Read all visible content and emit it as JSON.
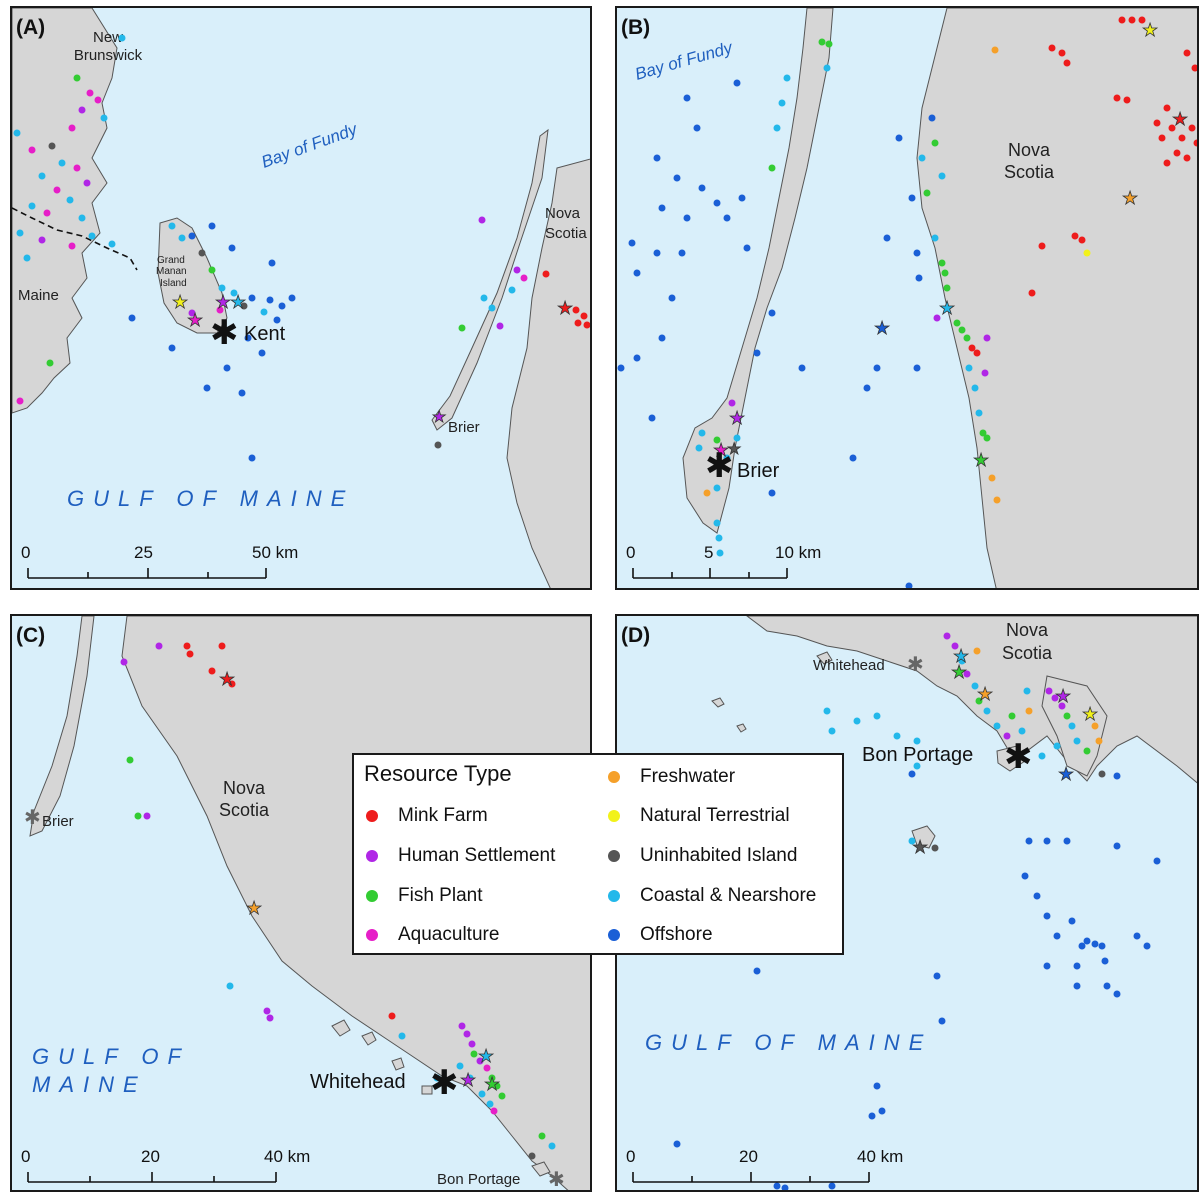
{
  "colors": {
    "mink_farm": "#ee1c1c",
    "human_settlement": "#b026e6",
    "fish_plant": "#33cc33",
    "aquaculture": "#e61ec8",
    "freshwater": "#f5a02a",
    "natural_terrestrial": "#f2f21a",
    "uninhabited_island": "#555555",
    "coastal_nearshore": "#23b8ea",
    "offshore": "#1a5fd6",
    "water": "#d9effa",
    "land": "#d6d6d6"
  },
  "panels": {
    "a": {
      "label": "(A)",
      "places": {
        "new_brunswick_1": "New",
        "new_brunswick_2": "Brunswick",
        "maine": "Maine",
        "grand_manan_1": "Grand",
        "grand_manan_2": "Manan",
        "grand_manan_3": "Island",
        "nova_scotia_1": "Nova",
        "nova_scotia_2": "Scotia"
      },
      "water": {
        "bay": "Bay of Fundy",
        "gulf": "GULF OF MAINE"
      },
      "sites": {
        "kent": "Kent",
        "brier": "Brier"
      },
      "scale": {
        "t0": "0",
        "t1": "25",
        "t2": "50 km"
      }
    },
    "b": {
      "label": "(B)",
      "places": {
        "nova_scotia_1": "Nova",
        "nova_scotia_2": "Scotia"
      },
      "water": {
        "bay": "Bay of Fundy"
      },
      "sites": {
        "brier": "Brier"
      },
      "scale": {
        "t0": "0",
        "t1": "5",
        "t2": "10 km"
      }
    },
    "c": {
      "label": "(C)",
      "places": {
        "nova_scotia_1": "Nova",
        "nova_scotia_2": "Scotia"
      },
      "water": {
        "gulf_1": "GULF OF",
        "gulf_2": "MAINE"
      },
      "sites": {
        "brier": "Brier",
        "whitehead": "Whitehead",
        "bon_portage": "Bon Portage"
      },
      "scale": {
        "t0": "0",
        "t1": "20",
        "t2": "40 km"
      }
    },
    "d": {
      "label": "(D)",
      "places": {
        "nova_scotia_1": "Nova",
        "nova_scotia_2": "Scotia"
      },
      "water": {
        "gulf": "GULF OF MAINE"
      },
      "sites": {
        "whitehead": "Whitehead",
        "bon_portage": "Bon Portage"
      },
      "scale": {
        "t0": "0",
        "t1": "20",
        "t2": "40 km"
      }
    }
  },
  "legend": {
    "title": "Resource Type",
    "items": [
      {
        "label": "Mink Farm",
        "color": "#ee1c1c"
      },
      {
        "label": "Human Settlement",
        "color": "#b026e6"
      },
      {
        "label": "Fish Plant",
        "color": "#33cc33"
      },
      {
        "label": "Aquaculture",
        "color": "#e61ec8"
      },
      {
        "label": "Freshwater",
        "color": "#f5a02a"
      },
      {
        "label": "Natural Terrestrial",
        "color": "#f2f21a"
      },
      {
        "label": "Uninhabited Island",
        "color": "#555555"
      },
      {
        "label": "Coastal & Nearshore",
        "color": "#23b8ea"
      },
      {
        "label": "Offshore",
        "color": "#1a5fd6"
      }
    ]
  }
}
